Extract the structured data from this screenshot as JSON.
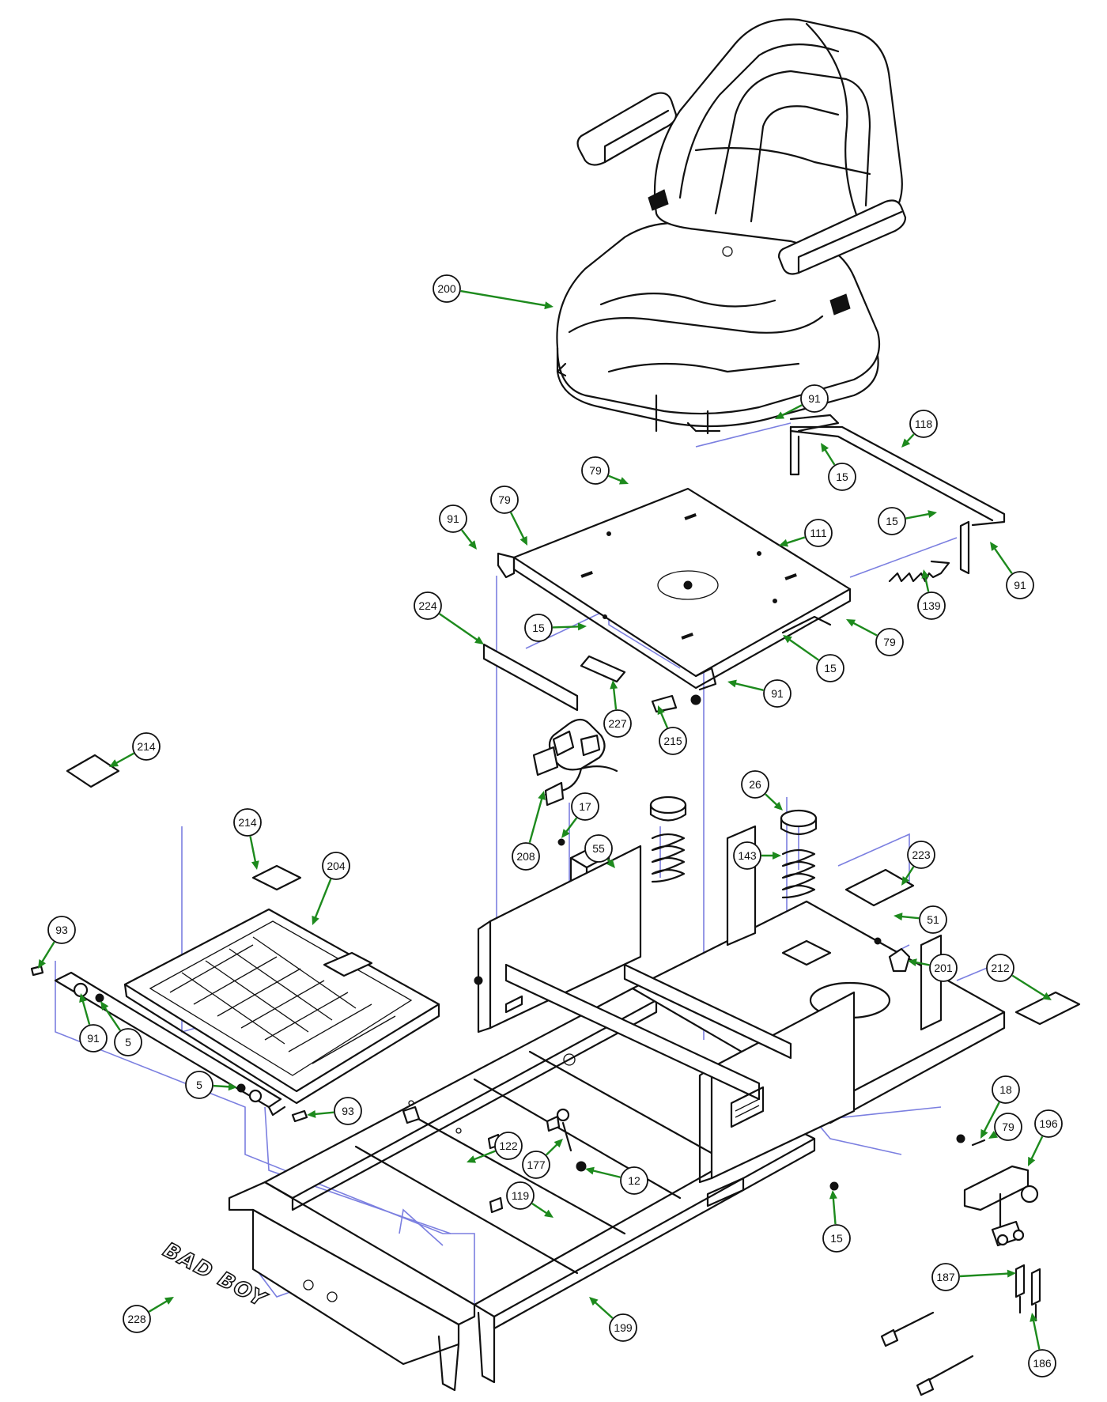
{
  "diagram": {
    "callouts": [
      {
        "id": "c200",
        "label": "200"
      },
      {
        "id": "c91a",
        "label": "91"
      },
      {
        "id": "c118",
        "label": "118"
      },
      {
        "id": "c15a",
        "label": "15"
      },
      {
        "id": "c79a",
        "label": "79"
      },
      {
        "id": "c79b",
        "label": "79"
      },
      {
        "id": "c91b",
        "label": "91"
      },
      {
        "id": "c111",
        "label": "111"
      },
      {
        "id": "c15b",
        "label": "15"
      },
      {
        "id": "c91c",
        "label": "91"
      },
      {
        "id": "c139",
        "label": "139"
      },
      {
        "id": "c224",
        "label": "224"
      },
      {
        "id": "c15c",
        "label": "15"
      },
      {
        "id": "c79c",
        "label": "79"
      },
      {
        "id": "c15d",
        "label": "15"
      },
      {
        "id": "c91d",
        "label": "91"
      },
      {
        "id": "c227",
        "label": "227"
      },
      {
        "id": "c215",
        "label": "215"
      },
      {
        "id": "c214a",
        "label": "214"
      },
      {
        "id": "c26",
        "label": "26"
      },
      {
        "id": "c17",
        "label": "17"
      },
      {
        "id": "c55",
        "label": "55"
      },
      {
        "id": "c208",
        "label": "208"
      },
      {
        "id": "c143",
        "label": "143"
      },
      {
        "id": "c223",
        "label": "223"
      },
      {
        "id": "c214b",
        "label": "214"
      },
      {
        "id": "c204",
        "label": "204"
      },
      {
        "id": "c51",
        "label": "51"
      },
      {
        "id": "c201",
        "label": "201"
      },
      {
        "id": "c93a",
        "label": "93"
      },
      {
        "id": "c212",
        "label": "212"
      },
      {
        "id": "c91e",
        "label": "91"
      },
      {
        "id": "c5a",
        "label": "5"
      },
      {
        "id": "c5b",
        "label": "5"
      },
      {
        "id": "c93b",
        "label": "93"
      },
      {
        "id": "c18",
        "label": "18"
      },
      {
        "id": "c79d",
        "label": "79"
      },
      {
        "id": "c196",
        "label": "196"
      },
      {
        "id": "c122",
        "label": "122"
      },
      {
        "id": "c177",
        "label": "177"
      },
      {
        "id": "c12",
        "label": "12"
      },
      {
        "id": "c119",
        "label": "119"
      },
      {
        "id": "c15e",
        "label": "15"
      },
      {
        "id": "c187",
        "label": "187"
      },
      {
        "id": "c228",
        "label": "228"
      },
      {
        "id": "c199",
        "label": "199"
      },
      {
        "id": "c186",
        "label": "186"
      }
    ],
    "logo_text": "BAD BOY",
    "colors": {
      "leader": "#1d8a1d",
      "guide": "#7b7fe0",
      "outline": "#111111"
    }
  }
}
